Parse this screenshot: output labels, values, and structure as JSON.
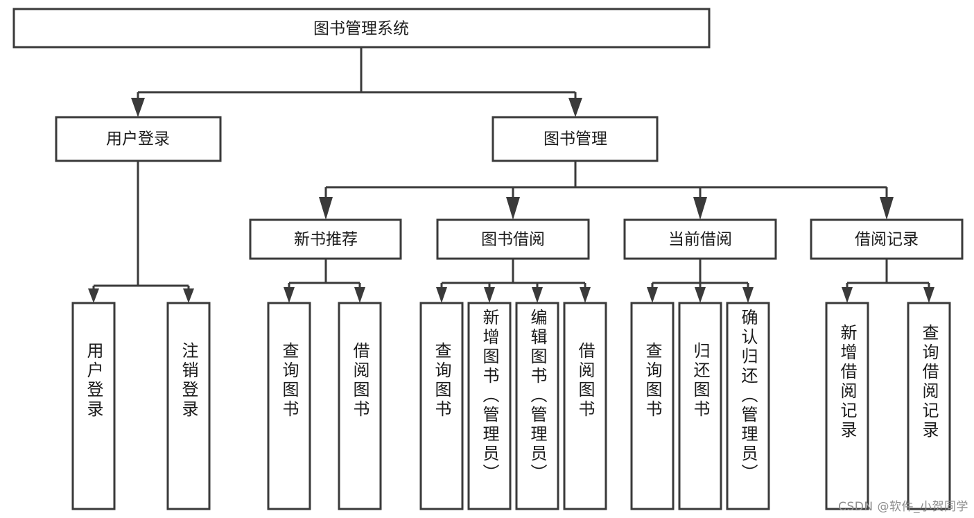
{
  "diagram": {
    "title": "图书管理系统",
    "type": "hierarchical-tree",
    "style": {
      "box_fill": "#ffffff",
      "box_stroke": "#3a3a3a",
      "line_color": "#3a3a3a",
      "text_color": "#1b1b1b",
      "background": "#ffffff",
      "watermark_color": "#8d8d8d"
    },
    "root": {
      "id": "root",
      "label": "图书管理系统"
    },
    "level2": [
      {
        "id": "user-login",
        "label": "用户登录"
      },
      {
        "id": "book-manage",
        "label": "图书管理"
      }
    ],
    "level3": [
      {
        "id": "new-book-rec",
        "label": "新书推荐",
        "parent": "book-manage"
      },
      {
        "id": "book-borrow",
        "label": "图书借阅",
        "parent": "book-manage"
      },
      {
        "id": "current-borrow",
        "label": "当前借阅",
        "parent": "book-manage"
      },
      {
        "id": "borrow-record",
        "label": "借阅记录",
        "parent": "book-manage"
      }
    ],
    "leaves": [
      {
        "id": "leaf-user-login",
        "label": "用户登录",
        "parent": "user-login"
      },
      {
        "id": "leaf-user-logout",
        "label": "注销登录",
        "parent": "user-login"
      },
      {
        "id": "leaf-rec-query",
        "label": "查询图书",
        "parent": "new-book-rec"
      },
      {
        "id": "leaf-rec-borrow",
        "label": "借阅图书",
        "parent": "new-book-rec"
      },
      {
        "id": "leaf-borrow-query",
        "label": "查询图书",
        "parent": "book-borrow"
      },
      {
        "id": "leaf-borrow-add",
        "label": "新增图书（管理员）",
        "parent": "book-borrow"
      },
      {
        "id": "leaf-borrow-edit",
        "label": "编辑图书（管理员）",
        "parent": "book-borrow"
      },
      {
        "id": "leaf-borrow-lend",
        "label": "借阅图书",
        "parent": "book-borrow"
      },
      {
        "id": "leaf-cur-query",
        "label": "查询图书",
        "parent": "current-borrow"
      },
      {
        "id": "leaf-cur-return",
        "label": "归还图书",
        "parent": "current-borrow"
      },
      {
        "id": "leaf-cur-confirm",
        "label": "确认归还（管理员）",
        "parent": "current-borrow"
      },
      {
        "id": "leaf-rec-add",
        "label": "新增借阅记录",
        "parent": "borrow-record"
      },
      {
        "id": "leaf-rec-query-rec",
        "label": "查询借阅记录",
        "parent": "borrow-record"
      }
    ]
  },
  "watermark": {
    "text": "CSDN @软件_小贺同学"
  }
}
